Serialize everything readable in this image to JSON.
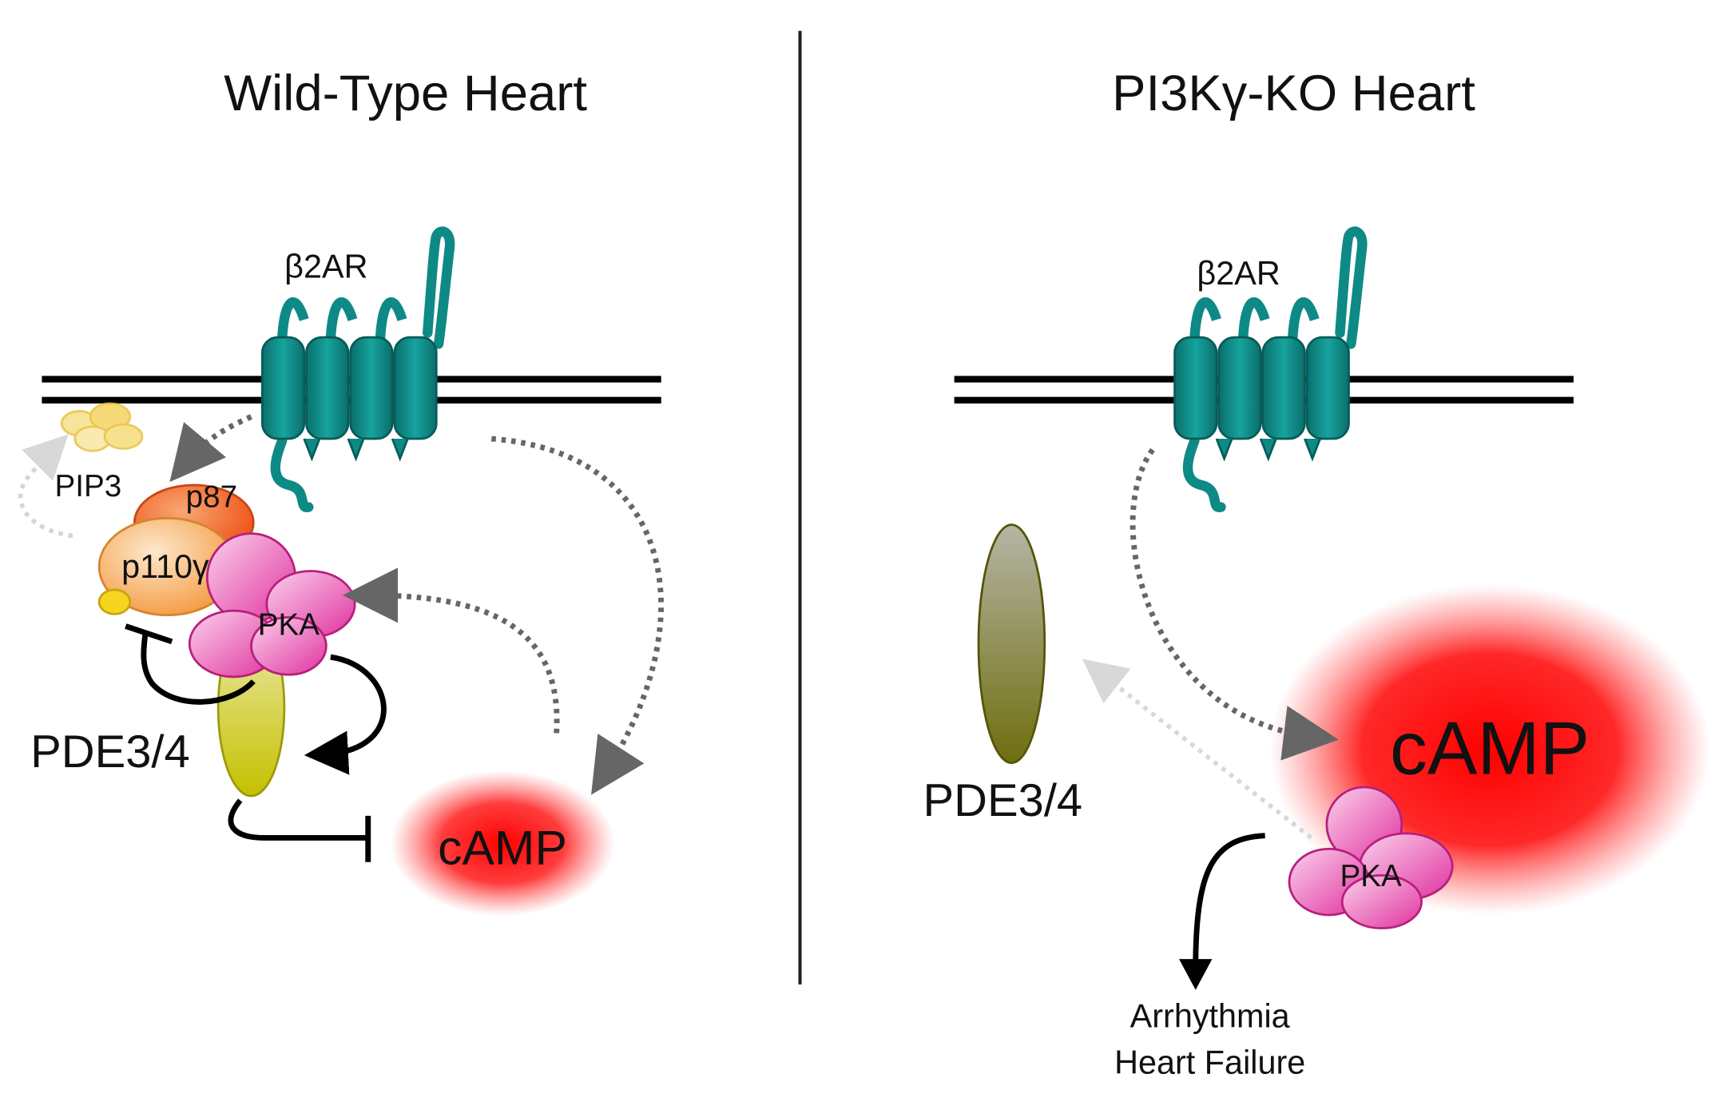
{
  "panels": {
    "left": {
      "title": "Wild-Type Heart",
      "receptor": "β2AR",
      "pip3": "PIP3",
      "p87": "p87",
      "p110": "p110γ",
      "pka": "PKA",
      "pde": "PDE3/4",
      "camp": "cAMP"
    },
    "right": {
      "title": "PI3Kγ-KO Heart",
      "receptor": "β2AR",
      "pde": "PDE3/4",
      "camp": "cAMP",
      "pka": "PKA",
      "outcome_line1": "Arrhythmia",
      "outcome_line2": "Heart Failure"
    }
  },
  "colors": {
    "receptor": "#0e8a86",
    "pka": "#e0329f",
    "p87": "#f26a21",
    "p110": "#f7a24b",
    "pde_wt": "#c9c411",
    "pde_ko": "#7b7a1c",
    "camp": "#ff0000",
    "pip3": "#f3cf3c"
  }
}
